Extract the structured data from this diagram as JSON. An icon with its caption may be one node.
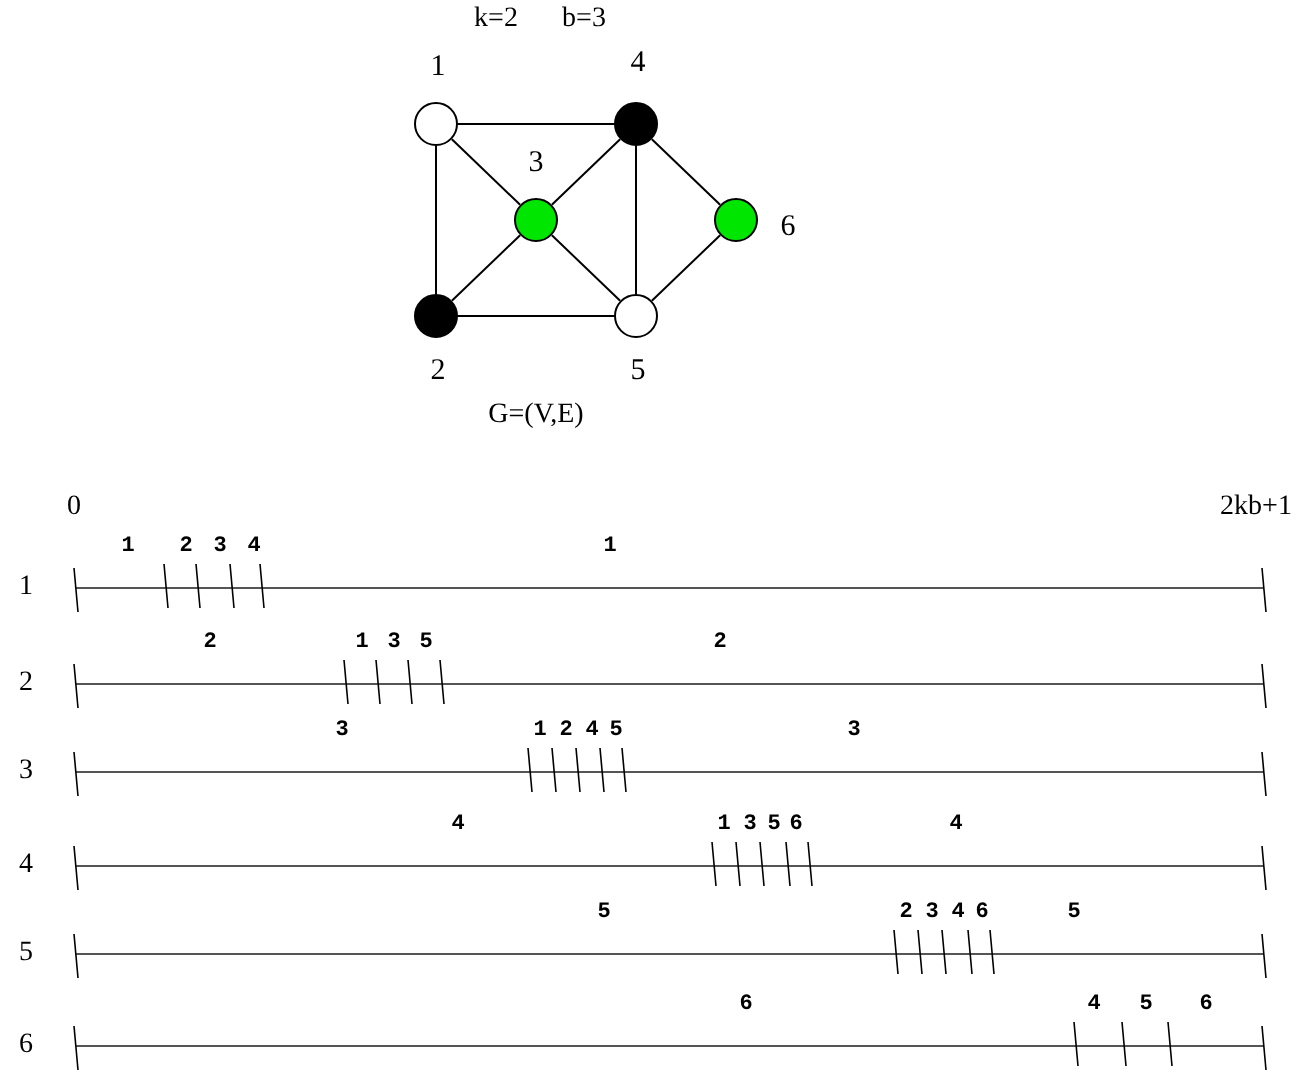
{
  "diagram": {
    "caption": "G=(V,E)",
    "nodes": [
      {
        "text": [
          "1"
        ]
      },
      {
        "text": [
          "4"
        ]
      },
      {
        "text": [
          "3"
        ]
      },
      {
        "text": [
          "6"
        ]
      },
      {
        "text": [
          "2"
        ]
      },
      {
        "text": [
          "5"
        ]
      }
    ],
    "edges": [
      {
        "from": 0,
        "to": 1,
        "arrow": "none"
      },
      {
        "from": 0,
        "to": 2,
        "arrow": "none"
      },
      {
        "from": 0,
        "to": 4,
        "arrow": "none"
      },
      {
        "from": 1,
        "to": 2,
        "arrow": "none"
      },
      {
        "from": 1,
        "to": 5,
        "arrow": "none"
      },
      {
        "from": 1,
        "to": 3,
        "arrow": "none"
      },
      {
        "from": 2,
        "to": 4,
        "arrow": "none"
      },
      {
        "from": 2,
        "to": 5,
        "arrow": "none"
      },
      {
        "from": 4,
        "to": 5,
        "arrow": "none"
      },
      {
        "from": 3,
        "to": 5,
        "arrow": "none"
      }
    ],
    "labels": [
      "k=2",
      "b=3",
      "0",
      "2kb+1",
      "1",
      "1",
      "2",
      "3",
      "4",
      "1",
      "2",
      "2",
      "1",
      "3",
      "5",
      "2",
      "3",
      "3",
      "1",
      "2",
      "4",
      "5",
      "3",
      "4",
      "4",
      "1",
      "3",
      "5",
      "6",
      "4",
      "5",
      "5",
      "2",
      "3",
      "4",
      "6",
      "5",
      "6",
      "6",
      "4",
      "5",
      "6"
    ]
  }
}
